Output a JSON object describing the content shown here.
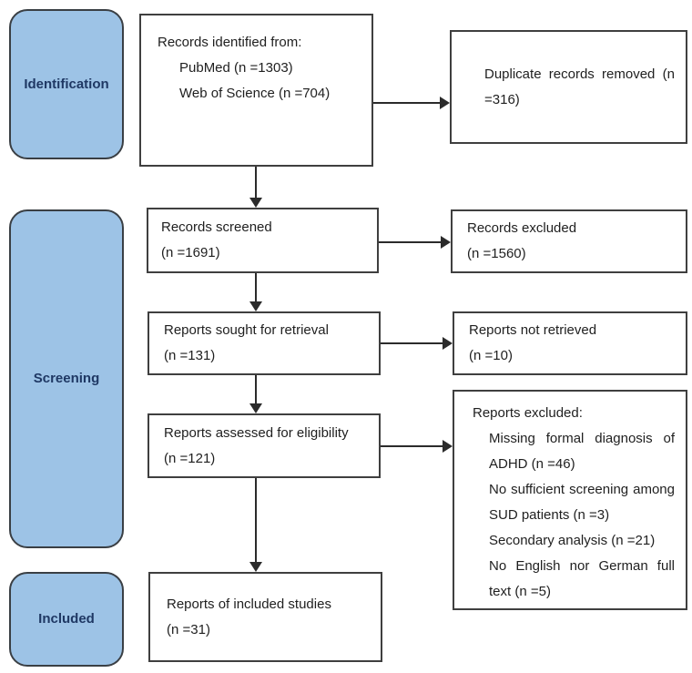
{
  "stages": {
    "identification": "Identification",
    "screening": "Screening",
    "included": "Included"
  },
  "boxes": {
    "records_identified": {
      "title": "Records identified from:",
      "items": [
        "PubMed (n =1303)",
        "Web of Science (n =704)"
      ]
    },
    "duplicate_records_removed": {
      "text": "Duplicate records removed (n =316)"
    },
    "records_screened": {
      "lines": [
        "Records screened",
        "(n =1691)"
      ]
    },
    "records_excluded": {
      "lines": [
        "Records excluded",
        "(n =1560)"
      ]
    },
    "reports_sought": {
      "lines": [
        "Reports sought for retrieval",
        "(n =131)"
      ]
    },
    "reports_not_retrieved": {
      "lines": [
        "Reports not retrieved",
        "(n =10)"
      ]
    },
    "reports_assessed": {
      "lines": [
        "Reports assessed for eligibility",
        "(n =121)"
      ]
    },
    "reports_excluded": {
      "title": "Reports excluded:",
      "items": [
        "Missing formal diagnosis of ADHD (n =46)",
        "No sufficient screening among SUD patients (n =3)",
        "Secondary analysis (n =21)",
        "No English nor German full text (n =5)"
      ]
    },
    "reports_included": {
      "lines": [
        "Reports of included studies",
        "(n =31)"
      ]
    }
  },
  "colors": {
    "stage_fill": "#9DC3E6",
    "stage_text": "#1F3864",
    "box_border": "#3F3F3F",
    "arrow": "#2B2B2B"
  }
}
